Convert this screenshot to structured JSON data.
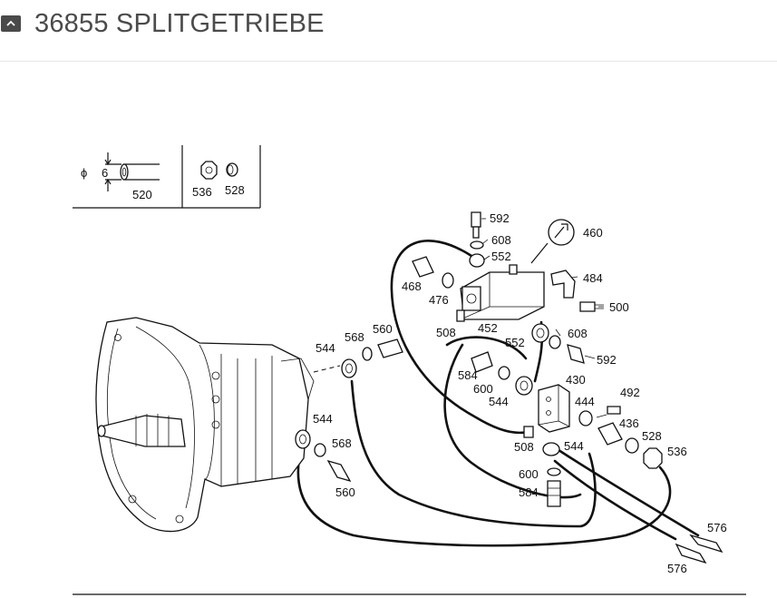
{
  "header": {
    "title": "36855 SPLITGETRIEBE",
    "collapse_icon": "chevron-up-icon"
  },
  "diagram": {
    "inset": {
      "diameter_symbol": "ϕ",
      "diameter_value": "6",
      "part_520": "520",
      "part_536": "536",
      "part_528": "528"
    },
    "callouts": {
      "p592_top": "592",
      "p608_top": "608",
      "p552_top": "552",
      "p460": "460",
      "p468": "468",
      "p476": "476",
      "p484": "484",
      "p500": "500",
      "p508_top": "508",
      "p452": "452",
      "p552_mid": "552",
      "p608_mid": "608",
      "p592_mid": "592",
      "p544_a": "544",
      "p568_a": "568",
      "p560_a": "560",
      "p584_a": "584",
      "p600_a": "600",
      "p544_b": "544",
      "p430": "430",
      "p444": "444",
      "p492": "492",
      "p436": "436",
      "p528": "528",
      "p536": "536",
      "p544_c": "544",
      "p568_b": "568",
      "p560_b": "560",
      "p508_bot": "508",
      "p544_d": "544",
      "p600_b": "600",
      "p584_b": "584",
      "p576_a": "576",
      "p576_b": "576"
    }
  }
}
